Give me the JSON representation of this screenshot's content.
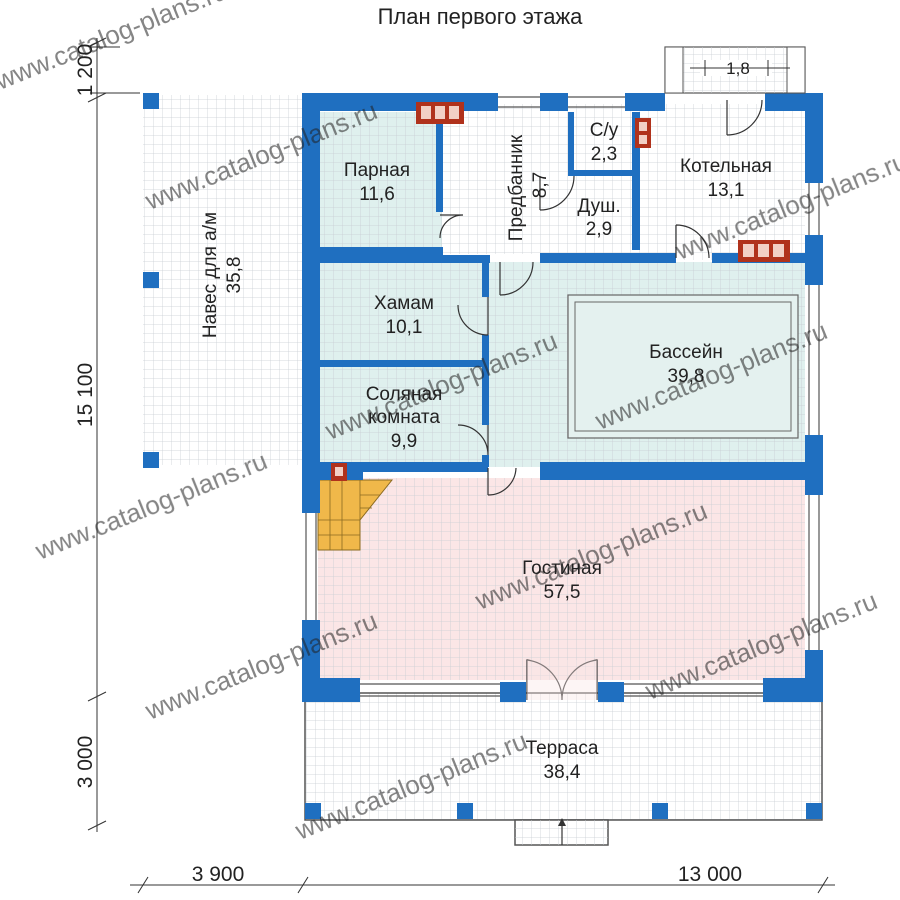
{
  "title": "План первого этажа",
  "rooms": {
    "parnaya": {
      "name": "Парная",
      "area": "11,6"
    },
    "predbannik": {
      "name": "Предбанник",
      "area": "8,7"
    },
    "su": {
      "name": "С/у",
      "area": "2,3"
    },
    "dush": {
      "name": "Душ.",
      "area": "2,9"
    },
    "kotelnaya": {
      "name": "Котельная",
      "area": "13,1"
    },
    "hamam": {
      "name": "Хамам",
      "area": "10,1"
    },
    "solyanaya": {
      "name_line1": "Соляная",
      "name_line2": "комната",
      "area": "9,9"
    },
    "bassein": {
      "name": "Бассейн",
      "area": "39,8"
    },
    "gostinaya": {
      "name": "Гостиная",
      "area": "57,5"
    },
    "terrasa": {
      "name": "Терраса",
      "area": "38,4"
    },
    "naves": {
      "name": "Навес для а/м",
      "area": "35,8"
    }
  },
  "dimensions": {
    "top_left": "1 200",
    "left_main": "15 100",
    "left_bottom": "3 000",
    "bottom_left": "3 900",
    "bottom_right": "13 000",
    "porch_width": "1,8"
  },
  "watermark": "www.catalog-plans.ru",
  "colors": {
    "wall": "#1f6fc0",
    "wet_zone": "#dff0ee",
    "living": "#fbe6e6",
    "stair": "#f0b84a",
    "stove": "#b0321c",
    "grid": "#cfd4d8"
  }
}
